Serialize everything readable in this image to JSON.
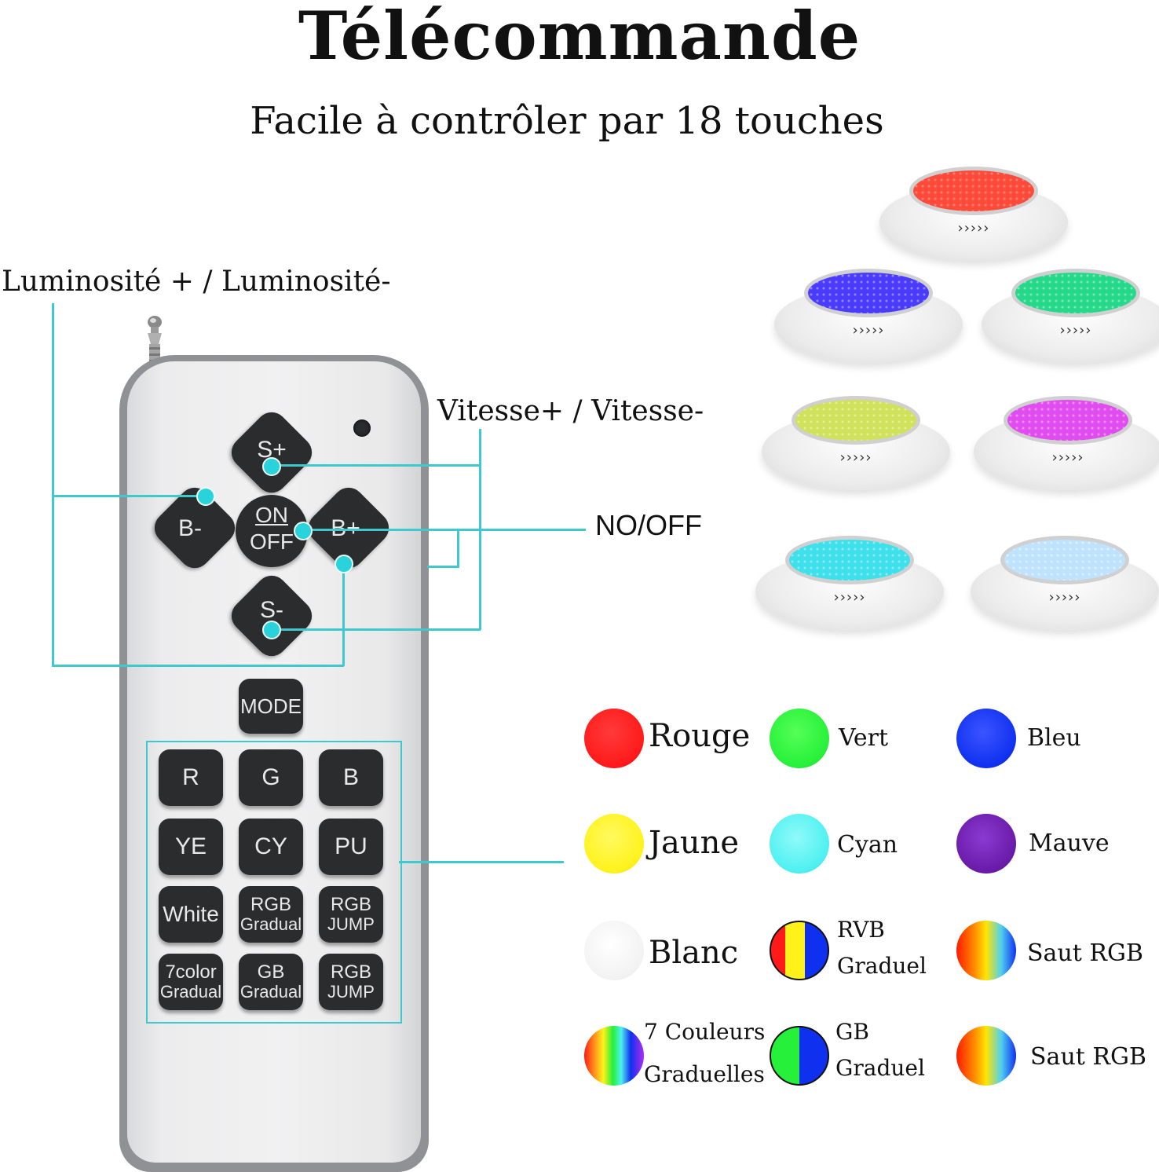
{
  "header": {
    "title": "Télécommande",
    "subtitle": "Facile à contrôler par 18 touches"
  },
  "callouts": {
    "brightness": "Luminosité + / Luminosité-",
    "speed": "Vitesse+ / Vitesse-",
    "onoff": "NO/OFF"
  },
  "remote": {
    "dpad": {
      "up": "S+",
      "down": "S-",
      "left": "B-",
      "right": "B+",
      "on": "ON",
      "off": "OFF"
    },
    "mode": "MODE",
    "keys": {
      "r": "R",
      "g": "G",
      "b": "B",
      "ye": "YE",
      "cy": "CY",
      "pu": "PU",
      "white": "White",
      "rgb_gradual_top": "RGB",
      "rgb_gradual_bottom": "Gradual",
      "rgb_jump_top": "RGB",
      "rgb_jump_bottom": "JUMP",
      "seven_color_top": "7color",
      "seven_color_bottom": "Gradual",
      "gb_gradual_top": "GB",
      "gb_gradual_bottom": "Gradual",
      "rgb_jump2_top": "RGB",
      "rgb_jump2_bottom": "JUMP"
    }
  },
  "lights": {
    "arrows": "›››››",
    "colors": [
      "#ff4a3a",
      "#4a3cff",
      "#26d98a",
      "#cfe25a",
      "#e04cf0",
      "#3ee0ec",
      "#bfe2ff"
    ]
  },
  "legend": {
    "rouge": "Rouge",
    "vert": "Vert",
    "bleu": "Bleu",
    "jaune": "Jaune",
    "cyan": "Cyan",
    "mauve": "Mauve",
    "blanc": "Blanc",
    "rvb_l1": "RVB",
    "rvb_l2": "Graduel",
    "saut_rgb_1": "Saut RGB",
    "sept_l1": "7 Couleurs",
    "sept_l2": "Graduelles",
    "gb_l1": "GB",
    "gb_l2": "Graduel",
    "saut_rgb_2": "Saut RGB"
  },
  "colors": {
    "accent_line": "#3fc9cf",
    "red": "#ff1a1a",
    "green": "#26f03a",
    "blue": "#1030f0",
    "yellow": "#fff21a",
    "cyan": "#4ef0f0",
    "purple": "#6a1aa8",
    "white": "#f2f2f2"
  }
}
